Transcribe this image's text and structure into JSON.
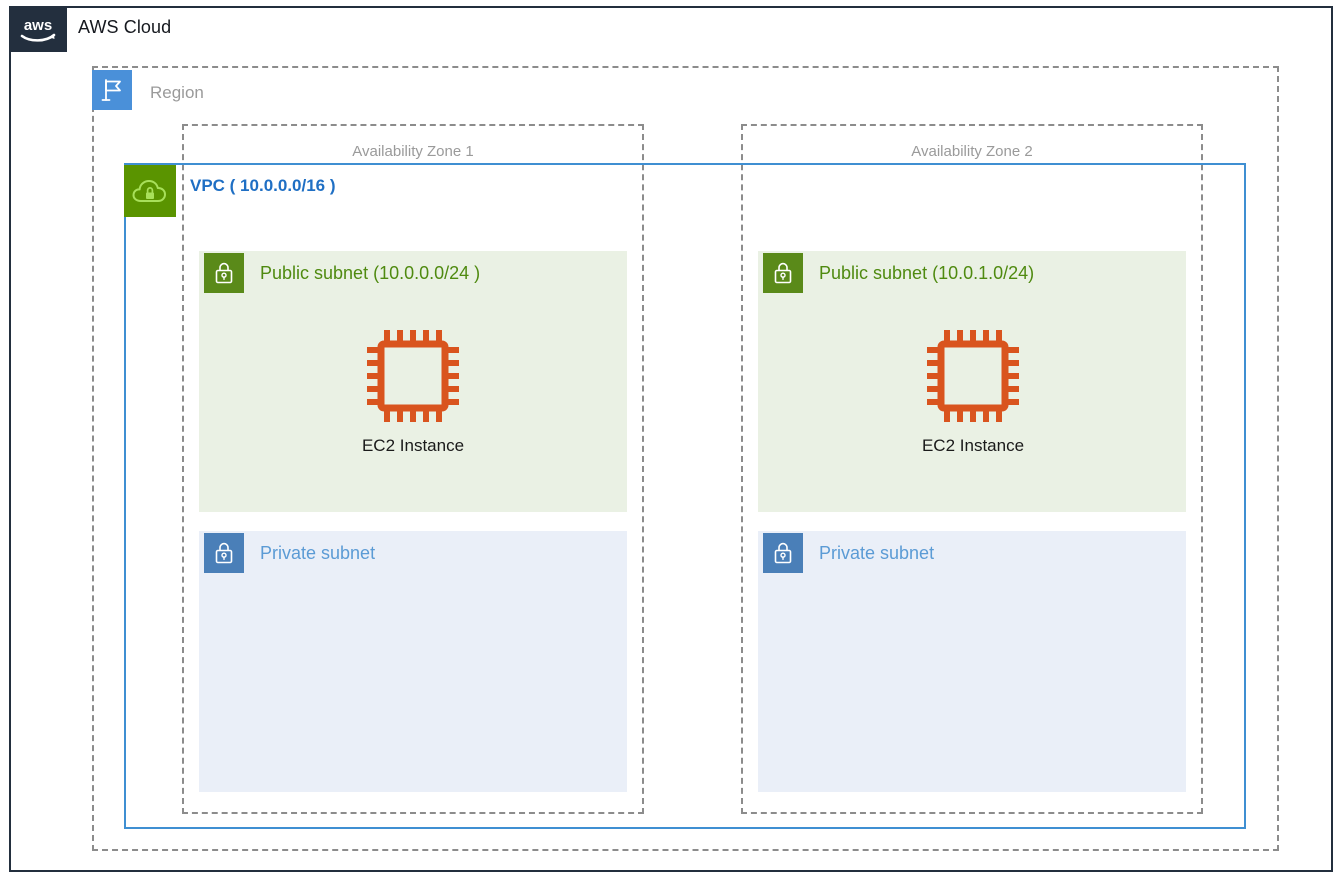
{
  "diagram": {
    "title": "AWS Cloud VPC multi-AZ architecture",
    "colors": {
      "aws_navy": "#232f3e",
      "region_blue": "#4a90d9",
      "vpc_green": "#5a9400",
      "vpc_border_blue": "#3f8fd2",
      "public_subnet_bg": "#eaf1e4",
      "public_subnet_green": "#4f8a10",
      "private_subnet_bg": "#eaeff8",
      "private_subnet_blue": "#5b9bd5",
      "ec2_orange": "#d9541e",
      "dashed_gray": "#8c8c8c",
      "label_gray": "#9a9a9a"
    }
  },
  "cloud": {
    "logo_icon": "aws-logo-icon",
    "title": "AWS Cloud"
  },
  "region": {
    "icon": "region-flag-icon",
    "label": "Region"
  },
  "availability_zones": [
    {
      "label": "Availability Zone 1"
    },
    {
      "label": "Availability Zone 2"
    }
  ],
  "vpc": {
    "icon": "vpc-cloud-lock-icon",
    "label": "VPC  ( 10.0.0.0/16 )",
    "cidr": "10.0.0.0/16"
  },
  "subnets": [
    {
      "zone": "Availability Zone 1",
      "type": "public",
      "icon": "lock-icon",
      "label": "Public subnet (10.0.0.0/24 )",
      "cidr": "10.0.0.0/24"
    },
    {
      "zone": "Availability Zone 2",
      "type": "public",
      "icon": "lock-icon",
      "label": "Public subnet (10.0.1.0/24)",
      "cidr": "10.0.1.0/24"
    },
    {
      "zone": "Availability Zone 1",
      "type": "private",
      "icon": "lock-icon",
      "label": "Private subnet",
      "cidr": ""
    },
    {
      "zone": "Availability Zone 2",
      "type": "private",
      "icon": "lock-icon",
      "label": "Private subnet",
      "cidr": ""
    }
  ],
  "instances": [
    {
      "zone": "Availability Zone 1",
      "icon": "ec2-chip-icon",
      "label": "EC2 Instance"
    },
    {
      "zone": "Availability Zone 2",
      "icon": "ec2-chip-icon",
      "label": "EC2 Instance"
    }
  ]
}
